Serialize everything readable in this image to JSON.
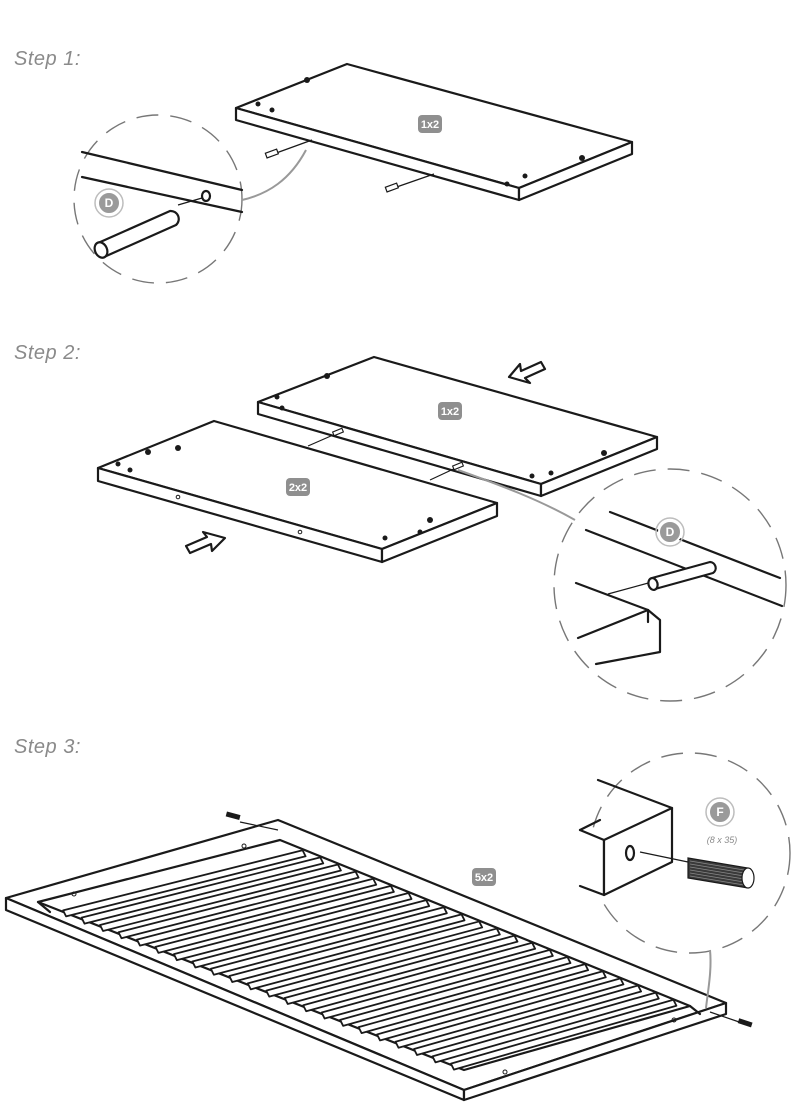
{
  "steps": [
    {
      "title": "Step 1:",
      "panel_badges": [
        "1x2"
      ],
      "part_letter": "D",
      "part_note": ""
    },
    {
      "title": "Step 2:",
      "panel_badges": [
        "1x2",
        "2x2"
      ],
      "part_letter": "D",
      "part_note": ""
    },
    {
      "title": "Step 3:",
      "panel_badges": [
        "5x2"
      ],
      "part_letter": "F",
      "part_note": "(8 x 35)"
    }
  ],
  "icons": {
    "step1_detail": "dowel-insertion-magnifier",
    "step2_detail": "dowel-insertion-magnifier",
    "step3_detail": "fluted-dowel-magnifier",
    "arrows": "push-arrow"
  },
  "colors": {
    "line": "#1a1a1a",
    "badge": "#8f8f8f",
    "step_text": "#8a8a8a"
  }
}
